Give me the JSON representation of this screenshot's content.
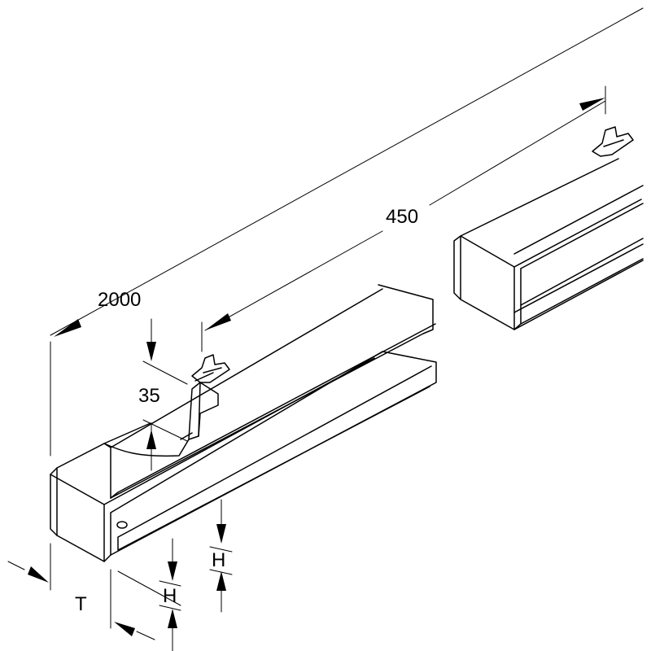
{
  "dimensions": {
    "total_length": "2000",
    "spacing": "450",
    "offset": "35",
    "height_a": "H",
    "height_b": "H",
    "depth": "T"
  }
}
